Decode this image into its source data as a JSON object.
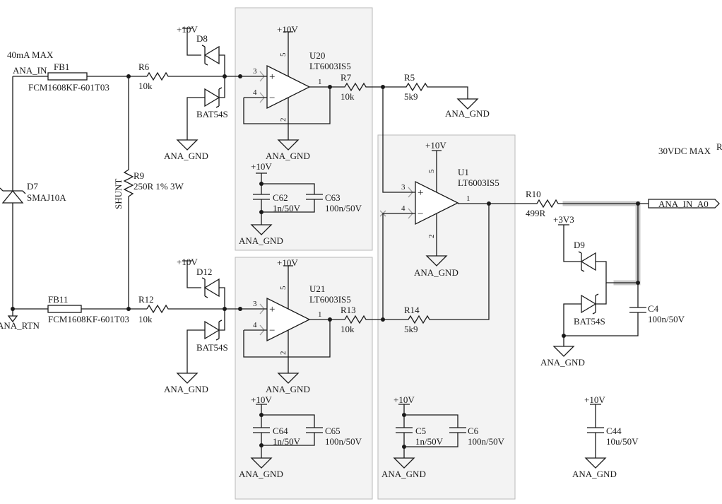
{
  "title": "Analog current input front-end schematic",
  "notes": {
    "current_max": "40mA MAX",
    "voltage_max": "30VDC MAX"
  },
  "nets": {
    "ana_in": "ANA_IN",
    "ana_rtn": "ANA_RTN",
    "ana_gnd": "ANA_GND",
    "plus10v": "+10V",
    "plus3v3": "+3V3",
    "output_port": "ANA_IN_A0",
    "shunt": "SHUNT"
  },
  "components": {
    "FB1": {
      "ref": "FB1",
      "value": "FCM1608KF-601T03"
    },
    "FB11": {
      "ref": "FB11",
      "value": "FCM1608KF-601T03"
    },
    "D7": {
      "ref": "D7",
      "value": "SMAJ10A"
    },
    "R9": {
      "ref": "R9",
      "value": "250R 1% 3W"
    },
    "R6": {
      "ref": "R6",
      "value": "10k"
    },
    "R12": {
      "ref": "R12",
      "value": "10k"
    },
    "D8": {
      "ref": "D8",
      "value": ""
    },
    "D8B": {
      "ref": "",
      "value": "BAT54S"
    },
    "D12": {
      "ref": "D12",
      "value": ""
    },
    "D12B": {
      "ref": "",
      "value": "BAT54S"
    },
    "U20": {
      "ref": "U20",
      "value": "LT6003IS5"
    },
    "U21": {
      "ref": "U21",
      "value": "LT6003IS5"
    },
    "U1": {
      "ref": "U1",
      "value": "LT6003IS5"
    },
    "R7": {
      "ref": "R7",
      "value": "10k"
    },
    "R13": {
      "ref": "R13",
      "value": "10k"
    },
    "R5": {
      "ref": "R5",
      "value": "5k9"
    },
    "R14": {
      "ref": "R14",
      "value": "5k9"
    },
    "R10": {
      "ref": "R10",
      "value": "499R"
    },
    "D9": {
      "ref": "D9",
      "value": ""
    },
    "D9B": {
      "ref": "",
      "value": "BAT54S"
    },
    "C4": {
      "ref": "C4",
      "value": "100n/50V"
    },
    "C62": {
      "ref": "C62",
      "value": "1n/50V"
    },
    "C63": {
      "ref": "C63",
      "value": "100n/50V"
    },
    "C64": {
      "ref": "C64",
      "value": "1n/50V"
    },
    "C65": {
      "ref": "C65",
      "value": "100n/50V"
    },
    "C5": {
      "ref": "C5",
      "value": "1n/50V"
    },
    "C6": {
      "ref": "C6",
      "value": "100n/50V"
    },
    "C44": {
      "ref": "C44",
      "value": "10u/50V"
    }
  },
  "pins": {
    "p1": "1",
    "p2": "2",
    "p3": "3",
    "p4": "4",
    "p5": "5",
    "plus": "+",
    "minus": "−"
  },
  "clipped_label": "R"
}
